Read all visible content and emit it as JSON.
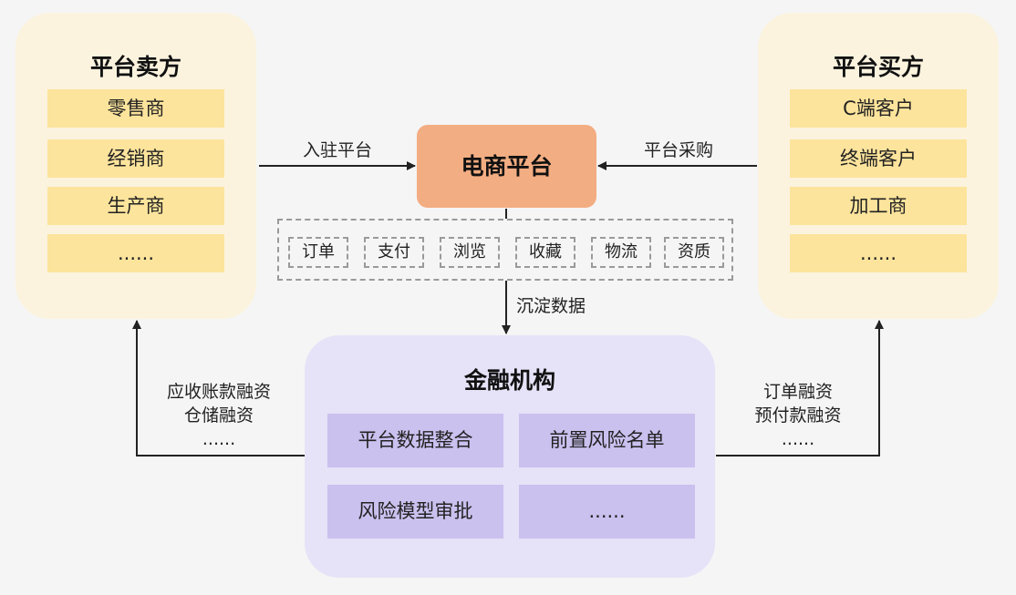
{
  "seller": {
    "title": "平台卖方",
    "items": [
      "零售商",
      "经销商",
      "生产商",
      "......"
    ]
  },
  "buyer": {
    "title": "平台买方",
    "items": [
      "C端客户",
      "终端客户",
      "加工商",
      "......"
    ]
  },
  "platform": {
    "title": "电商平台"
  },
  "data_tags": [
    "订单",
    "支付",
    "浏览",
    "收藏",
    "物流",
    "资质"
  ],
  "finance": {
    "title": "金融机构",
    "items": [
      "平台数据整合",
      "前置风险名单",
      "风险模型审批",
      "......"
    ]
  },
  "labels": {
    "seller_to_platform": "入驻平台",
    "buyer_to_platform": "平台采购",
    "sediment": "沉淀数据",
    "seller_financing": [
      "应收账款融资",
      "仓储融资",
      "......"
    ],
    "buyer_financing": [
      "订单融资",
      "预付款融资",
      "......"
    ]
  },
  "colors": {
    "party_panel": "#fbf3de",
    "party_item": "#fde49c",
    "platform": "#f3ad82",
    "finance_panel": "#e6e2f7",
    "finance_item": "#cac1ef"
  }
}
